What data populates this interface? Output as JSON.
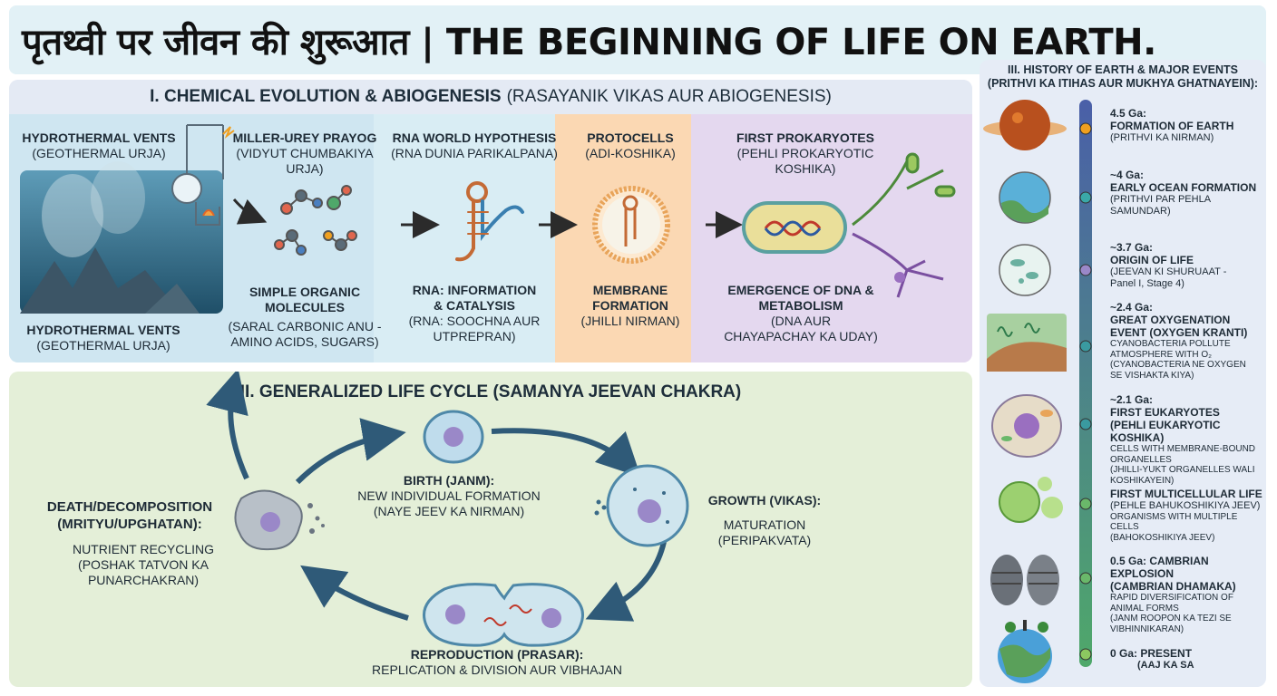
{
  "title": "पृतथ्वी पर जीवन की शुरूआत | THE BEGINNING OF LIFE ON EARTH.",
  "panel1": {
    "title_bold": "I. CHEMICAL EVOLUTION & ABIOGENESIS",
    "title_rest": "(RASAYANIK VIKAS AUR ABIOGENESIS)",
    "stages": [
      {
        "top_title": "HYDROTHERMAL VENTS",
        "top_sub": "(GEOTHERMAL URJA)",
        "bottom_title": "HYDROTHERMAL VENTS",
        "bottom_sub": "(GEOTHERMAL URJA)"
      },
      {
        "top_title": "MILLER-UREY PRAYOG",
        "top_sub": "(VIDYUT CHUMBAKIYA URJA)",
        "bottom_title": "SIMPLE ORGANIC MOLECULES",
        "bottom_sub": "(SARAL CARBONIC ANU - AMINO ACIDS, SUGARS)"
      },
      {
        "top_title": "RNA WORLD HYPOTHESIS",
        "top_sub": "(RNA DUNIA PARIKALPANA)",
        "bottom_title": "RNA: INFORMATION & CATALYSIS",
        "bottom_sub": "(RNA: SOOCHNA AUR UTPREPRAN)"
      },
      {
        "top_title": "PROTOCELLS",
        "top_sub": "(ADI-KOSHIKA)",
        "bottom_title": "MEMBRANE FORMATION",
        "bottom_sub": "(JHILLI NIRMAN)"
      },
      {
        "top_title": "FIRST PROKARYOTES",
        "top_sub": "(PEHLI PROKARYOTIC KOSHIKA)",
        "bottom_title": "EMERGENCE OF DNA & METABOLISM",
        "bottom_sub": "(DNA AUR CHAYAPACHAY KA UDAY)"
      }
    ]
  },
  "panel2": {
    "title": "II. GENERALIZED LIFE CYCLE (SAMANYA JEEVAN CHAKRA)",
    "birth": {
      "title": "BIRTH (JANM):",
      "line1": "NEW INDIVIDUAL FORMATION",
      "line2": "(NAYE JEEV KA NIRMAN)"
    },
    "growth": {
      "title": "GROWTH (VIKAS):",
      "line1": "MATURATION",
      "line2": "(PERIPAKVATA)"
    },
    "reproduction": {
      "title": "REPRODUCTION (PRASAR):",
      "line1": "REPLICATION & DIVISION AUR VIBHAJAN"
    },
    "death": {
      "title1": "DEATH/DECOMPOSITION",
      "title2": "(MRITYU/UPGHATAN):",
      "line1": "NUTRIENT RECYCLING",
      "line2": "(POSHAK TATVON KA PUNARCHAKRAN)"
    }
  },
  "panel3": {
    "title1": "III. HISTORY OF EARTH & MAJOR EVENTS",
    "title2": "(PRITHVI KA ITIHAS AUR MUKHYA GHATNAYEIN):",
    "events": [
      {
        "lines": [
          "4.5 Ga:",
          "FORMATION OF EARTH"
        ],
        "sub": [
          "(PRITHVI KA NIRMAN)"
        ],
        "desc": []
      },
      {
        "lines": [
          "~4 Ga:",
          "EARLY OCEAN FORMATION"
        ],
        "sub": [
          "(PRITHVI PAR PEHLA",
          "SAMUNDAR)"
        ],
        "desc": []
      },
      {
        "lines": [
          "~3.7 Ga:",
          "ORIGIN OF LIFE"
        ],
        "sub": [
          "(JEEVAN KI SHURUAAT -",
          "Panel I, Stage 4)"
        ],
        "desc": []
      },
      {
        "lines": [
          "~2.4 Ga:",
          "GREAT OXYGENATION",
          "EVENT (OXYGEN KRANTI)"
        ],
        "sub": [],
        "desc": [
          "CYANOBACTERIA POLLUTE",
          "ATMOSPHERE WITH O₂",
          "(CYANOBACTERIA NE OXYGEN",
          "SE VISHAKTA KIYA)"
        ]
      },
      {
        "lines": [
          "~2.1 Ga:",
          "FIRST EUKARYOTES",
          "(PEHLI EUKARYOTIC KOSHIKA)"
        ],
        "sub": [],
        "desc": [
          "CELLS WITH MEMBRANE-BOUND",
          "ORGANELLES",
          "(JHILLI-YUKT ORGANELLES WALI",
          "KOSHIKAYEIN)"
        ]
      },
      {
        "lines": [
          "FIRST MULTICELLULAR LIFE"
        ],
        "sub": [
          "(PEHLE BAHUKOSHIKIYA JEEV)"
        ],
        "desc": [
          "ORGANISMS WITH MULTIPLE CELLS",
          "(BAHOKOSHIKIYA JEEV)"
        ]
      },
      {
        "lines": [
          "0.5 Ga: CAMBRIAN EXPLOSION",
          "(CAMBRIAN DHAMAKA)"
        ],
        "sub": [],
        "desc": [
          "RAPID DIVERSIFICATION OF",
          "ANIMAL FORMS",
          "(JANM ROOPON KA TEZI SE",
          "VIBHINNIKARAN)"
        ]
      },
      {
        "lines": [
          "0 Ga: PRESENT"
        ],
        "sub": [
          "(AAJ KA SA"
        ],
        "desc": []
      }
    ]
  },
  "colors": {
    "arrow": "#2f5a78",
    "timeline_top": "#4a5fa8",
    "timeline_bottom": "#4fa86a",
    "vent_water": "#3f7f9e",
    "rna": "#c46a35",
    "protocell": "#e8a45a"
  }
}
